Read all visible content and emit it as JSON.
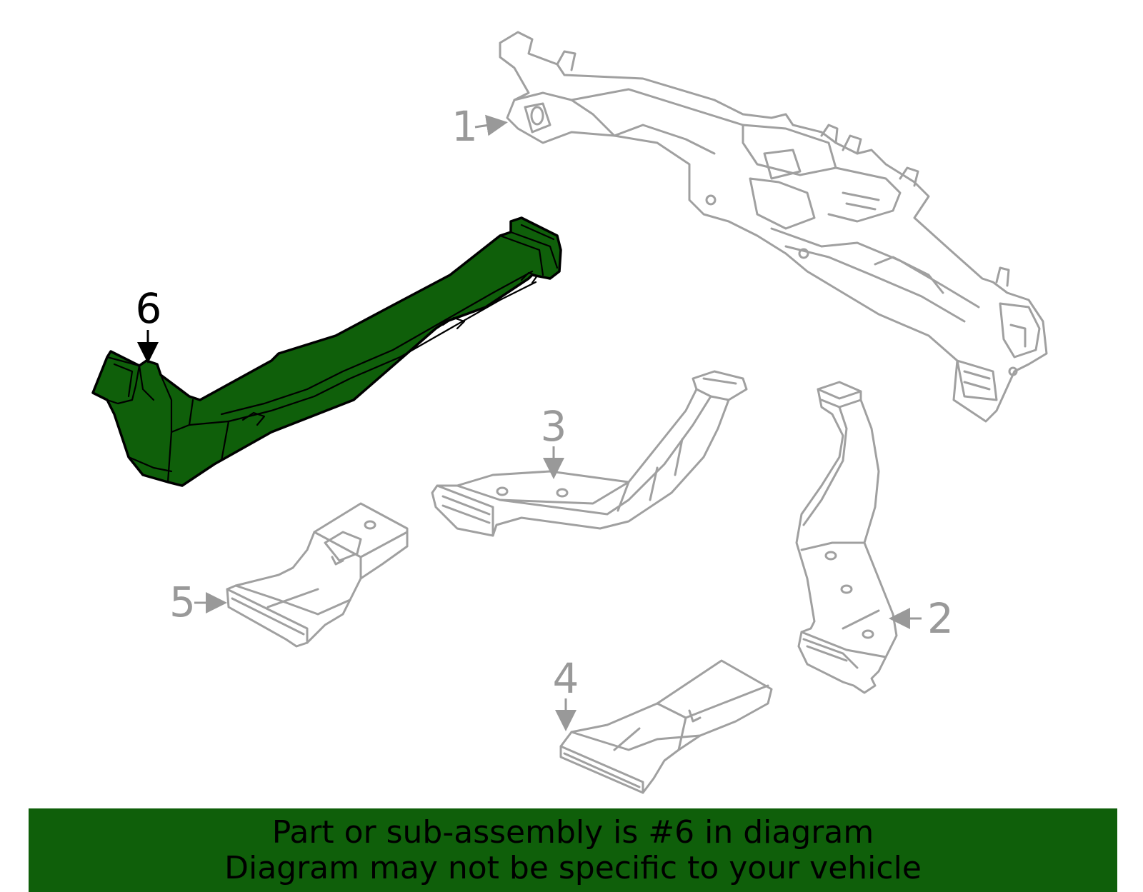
{
  "callouts": {
    "c1": "1",
    "c2": "2",
    "c3": "3",
    "c4": "4",
    "c5": "5",
    "c6": "6"
  },
  "highlight_part": "6",
  "colors": {
    "highlight_fill": "#0f5f0a",
    "banner_bg": "#0f5f0a",
    "line_grey": "#a0a0a0",
    "callout_grey": "#999999"
  },
  "banner": {
    "line1": "Part or sub-assembly is #6 in diagram",
    "line2": "Diagram may not be specific to your vehicle"
  }
}
